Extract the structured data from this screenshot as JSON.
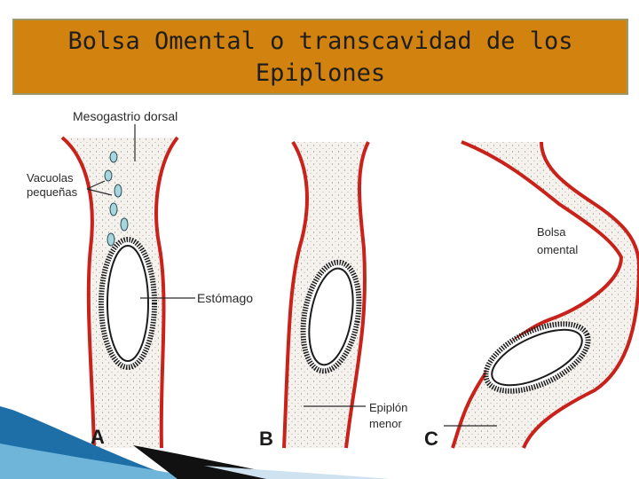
{
  "slide": {
    "title_line1": "Bolsa Omental o transcavidad de los",
    "title_line2": "Epiplones",
    "title_bg": "#d2820e"
  },
  "diagram": {
    "labels": {
      "mesogastrio": "Mesogastrio dorsal",
      "vacuolas_1": "Vacuolas",
      "vacuolas_2": "pequeñas",
      "estomago": "Estómago",
      "bolsa_1": "Bolsa",
      "bolsa_2": "omental",
      "epiplon_1": "Epiplón",
      "epiplon_2": "menor"
    },
    "panels": [
      "A",
      "B",
      "C"
    ],
    "colors": {
      "outline": "#c8221a",
      "mesentery": "#f4f1ec",
      "vacuole": "#a8d6de",
      "stomach_wall": "#1c1c1c"
    }
  }
}
